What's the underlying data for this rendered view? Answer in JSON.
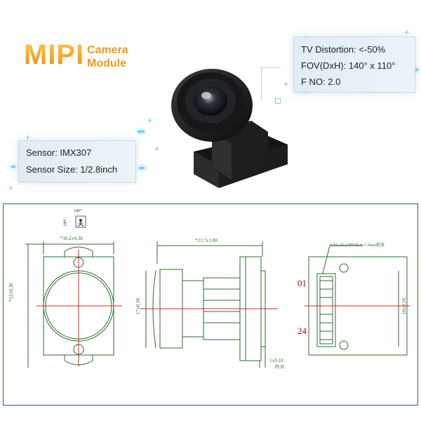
{
  "header": {
    "title": "MIPI",
    "subtitle_line1": "Camera",
    "subtitle_line2": "Module"
  },
  "specs_right": {
    "rows": [
      "TV Distortion: <-50%",
      "FOV(DxH): 140° x 110°",
      "F NO: 2.0"
    ]
  },
  "specs_left": {
    "rows": [
      "Sensor: IMX307",
      "Sensor Size: 1/2.8inch"
    ]
  },
  "drawing": {
    "projection_symbol_top": "180°",
    "projection_symbol_side": "180°",
    "front_width_dim": "*16.2±0.30",
    "front_height_dim": "*22±0.30",
    "side_length_dim": "*23.7±1.00",
    "side_lens_height_dim": "17±0.30",
    "pcb_thickness_dim": "1±0.10",
    "pcb_label": "PCB",
    "connector_note": "0.5S-2X-24PWB-B-1.5mm前流",
    "pin_first": "01",
    "pin_last": "24",
    "back_height_dim": "18±0.10"
  },
  "colors": {
    "title_orange": "#f2a21b",
    "drawing_green": "#2f6b2f",
    "centerline_red": "#e02020",
    "accent_cyan": "#2bb8ff"
  }
}
